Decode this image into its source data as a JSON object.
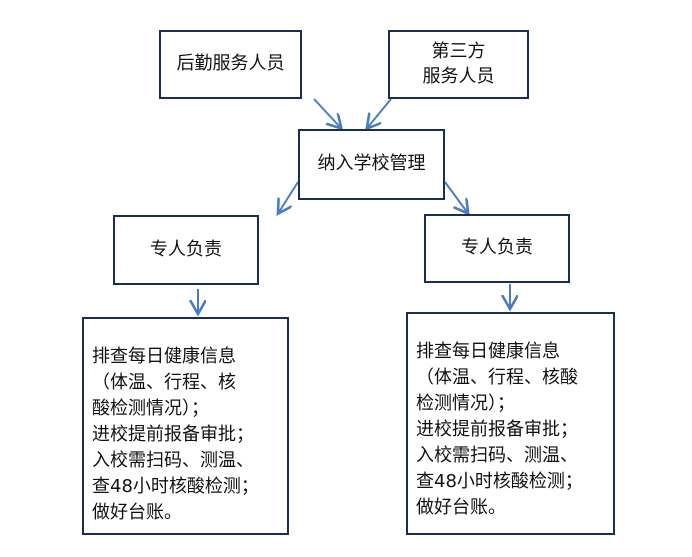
{
  "nodes": {
    "logistics_staff": "后勤服务人员",
    "third_party_staff": "第三方\n服务人员",
    "school_management": "纳入学校管理",
    "person_in_charge_left": "专人负责",
    "person_in_charge_right": "专人负责"
  },
  "details_left": [
    "排查每日健康信息",
    "（体温、行程、核",
    "酸检测情况）；",
    "进校提前报备审批；",
    "入校需扫码、测温、",
    "查48小时核酸检测；",
    "做好台账。"
  ],
  "details_right": [
    "排查每日健康信息",
    "（体温、行程、核酸",
    "检测情况）；",
    "进校提前报备审批；",
    "入校需扫码、测温、",
    "查48小时核酸检测；",
    "做好台账。"
  ],
  "colors": {
    "box_border": "#1a2f50",
    "arrow": "#4a7ebb"
  }
}
